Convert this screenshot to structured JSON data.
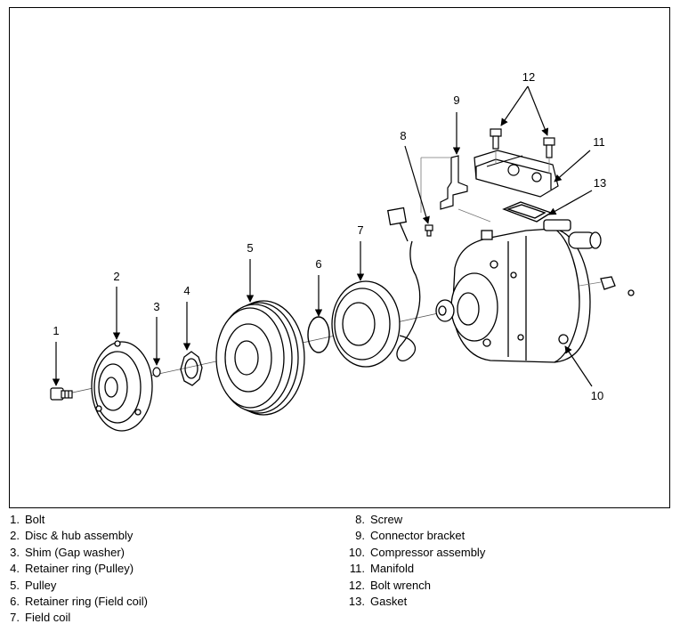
{
  "callouts": {
    "c1": "1",
    "c2": "2",
    "c3": "3",
    "c4": "4",
    "c5": "5",
    "c6": "6",
    "c7": "7",
    "c8": "8",
    "c9": "9",
    "c10": "10",
    "c11": "11",
    "c12": "12",
    "c13": "13"
  },
  "legend": {
    "left": [
      {
        "num": "1.",
        "label": "Bolt"
      },
      {
        "num": "2.",
        "label": "Disc & hub assembly"
      },
      {
        "num": "3.",
        "label": "Shim (Gap washer)"
      },
      {
        "num": "4.",
        "label": "Retainer ring (Pulley)"
      },
      {
        "num": "5.",
        "label": "Pulley"
      },
      {
        "num": "6.",
        "label": "Retainer ring (Field coil)"
      },
      {
        "num": "7.",
        "label": "Field coil"
      }
    ],
    "right": [
      {
        "num": "8.",
        "label": "Screw"
      },
      {
        "num": "9.",
        "label": "Connector bracket"
      },
      {
        "num": "10.",
        "label": "Compressor assembly"
      },
      {
        "num": "11.",
        "label": "Manifold"
      },
      {
        "num": "12.",
        "label": "Bolt wrench"
      },
      {
        "num": "13.",
        "label": "Gasket"
      }
    ]
  }
}
